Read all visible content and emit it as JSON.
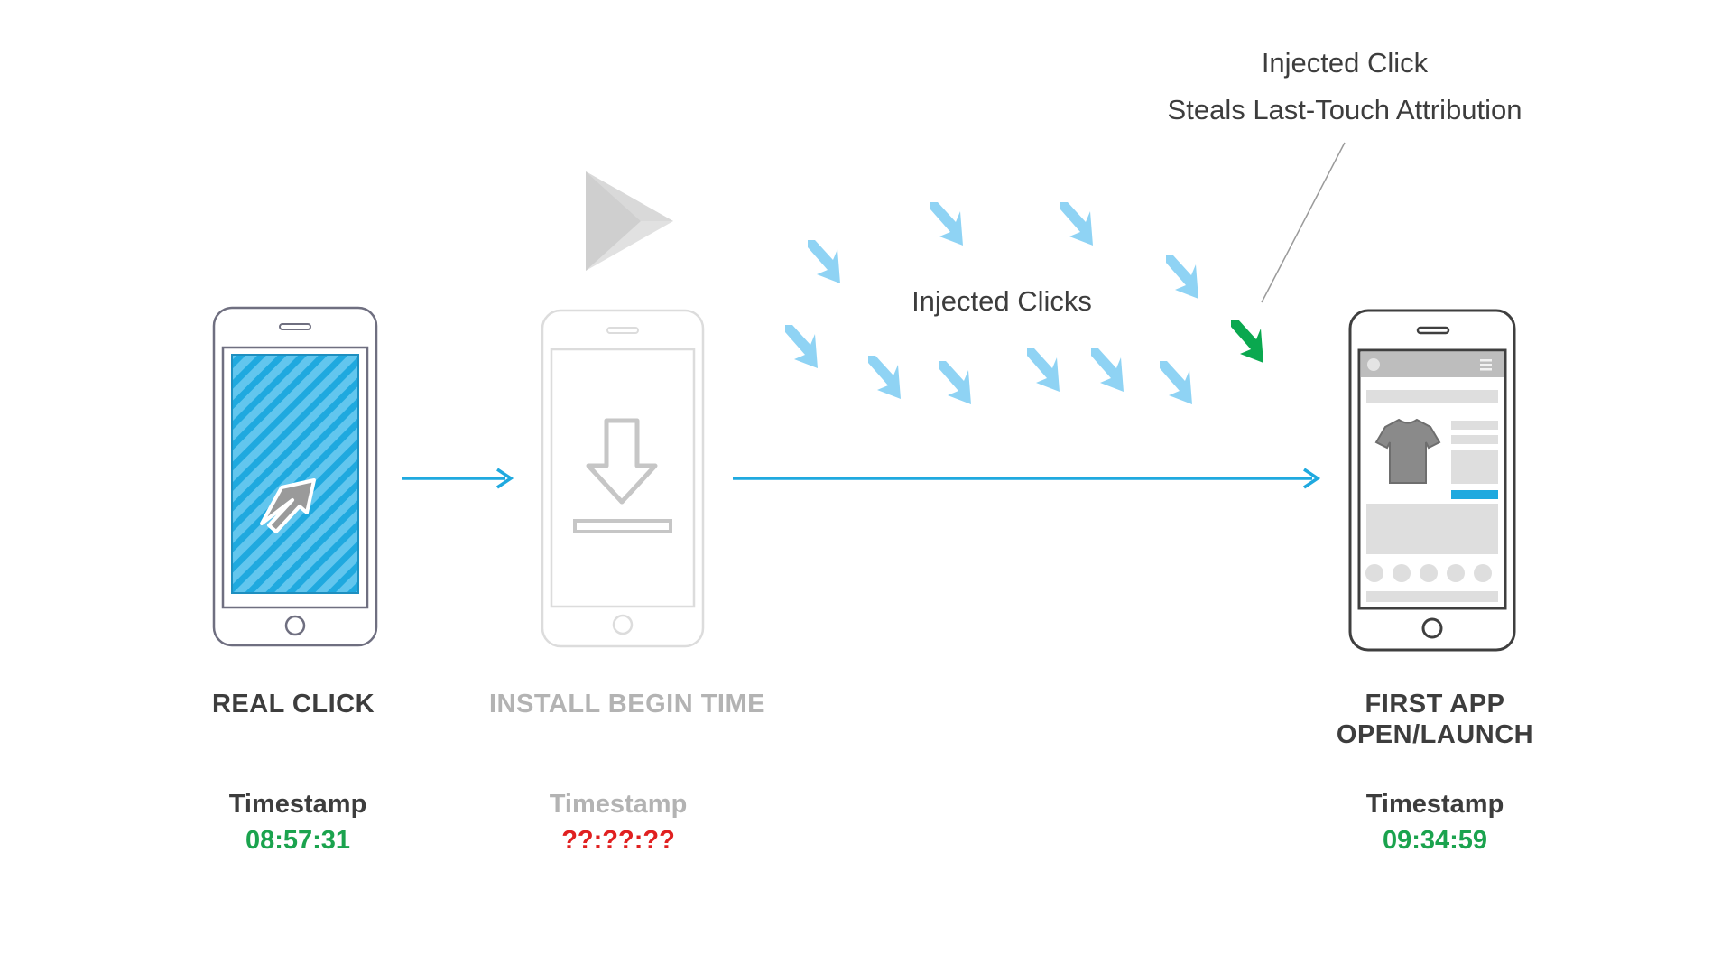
{
  "colors": {
    "accent": "#1fa9df",
    "injected_arrow": "#8fd3f4",
    "highlight_arrow": "#0aa84f",
    "timestamp_ok": "#1ba34e",
    "timestamp_unknown": "#e02020",
    "phone_outline": "#6f6f80",
    "faded_outline": "#dddddd"
  },
  "annotation": {
    "line1": "Injected Click",
    "line2": "Steals Last-Touch Attribution"
  },
  "injected_clicks_label": "Injected Clicks",
  "stages": [
    {
      "title": "REAL CLICK",
      "timestamp_label": "Timestamp",
      "timestamp_value": "08:57:31",
      "icon": "cursor-arrow-icon"
    },
    {
      "title": "INSTALL BEGIN TIME",
      "timestamp_label": "Timestamp",
      "timestamp_value": "??:??:??",
      "icon": "download-icon"
    },
    {
      "title_line1": "FIRST APP",
      "title_line2": "OPEN/LAUNCH",
      "timestamp_label": "Timestamp",
      "timestamp_value": "09:34:59",
      "icon": "tshirt-icon"
    }
  ],
  "play_store_icon": "play-triangle-icon"
}
